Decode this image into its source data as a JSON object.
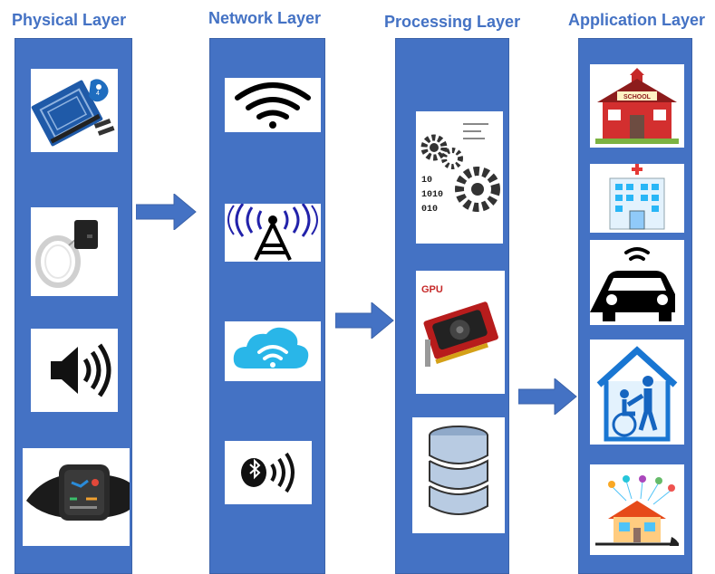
{
  "layers": [
    {
      "title": "Physical Layer",
      "items": [
        "rfid-reader-icon",
        "rfid-tag-sensor-icon",
        "speaker-icon",
        "smartwatch-icon"
      ]
    },
    {
      "title": "Network Layer",
      "items": [
        "wifi-icon",
        "cell-tower-icon",
        "cloud-wifi-icon",
        "bluetooth-icon"
      ]
    },
    {
      "title": "Processing Layer",
      "items": [
        "gears-binary-icon",
        "gpu-card-icon",
        "database-icon"
      ]
    },
    {
      "title": "Application Layer",
      "items": [
        "school-icon",
        "hospital-icon",
        "connected-car-icon",
        "home-care-icon",
        "smart-home-icon"
      ]
    }
  ],
  "labels": {
    "school_sign": "SCHOOL",
    "gpu": "GPU",
    "rfid_code": "4",
    "binary_rows": [
      "10",
      "1010",
      "010"
    ]
  },
  "colors": {
    "layer_fill": "#4472C4",
    "title": "#4472C4",
    "arrow": "#4472C4"
  }
}
